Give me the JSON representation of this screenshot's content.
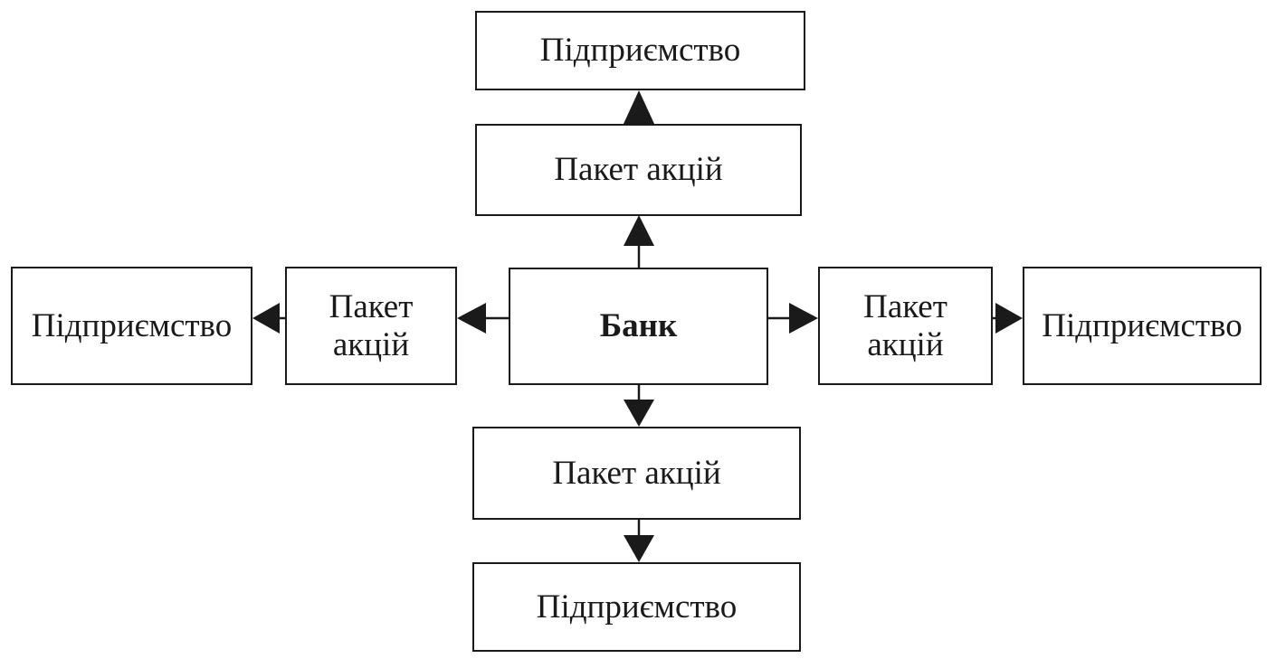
{
  "diagram": {
    "center": {
      "label": "Банк"
    },
    "top": {
      "shares": "Пакет акцій",
      "enterprise": "Підприємство"
    },
    "left": {
      "shares_line1": "Пакет",
      "shares_line2": "акцій",
      "enterprise": "Підприємство"
    },
    "right": {
      "shares_line1": "Пакет",
      "shares_line2": "акцій",
      "enterprise": "Підприємство"
    },
    "bottom": {
      "shares": "Пакет акцій",
      "enterprise": "Підприємство"
    }
  }
}
